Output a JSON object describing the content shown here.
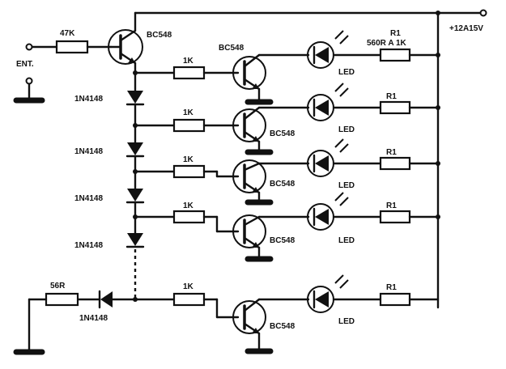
{
  "labels": {
    "supply": "+12A15V",
    "input": "ENT.",
    "input_resistor": "47K",
    "driver_transistor": "BC548",
    "stage_transistor": "BC548",
    "base_resistor": "1K",
    "diode": "1N4148",
    "r1_top": "R1",
    "r1_value": "560R A 1K",
    "r1": "R1",
    "led": "LED",
    "bottom_resistor": "56R"
  }
}
